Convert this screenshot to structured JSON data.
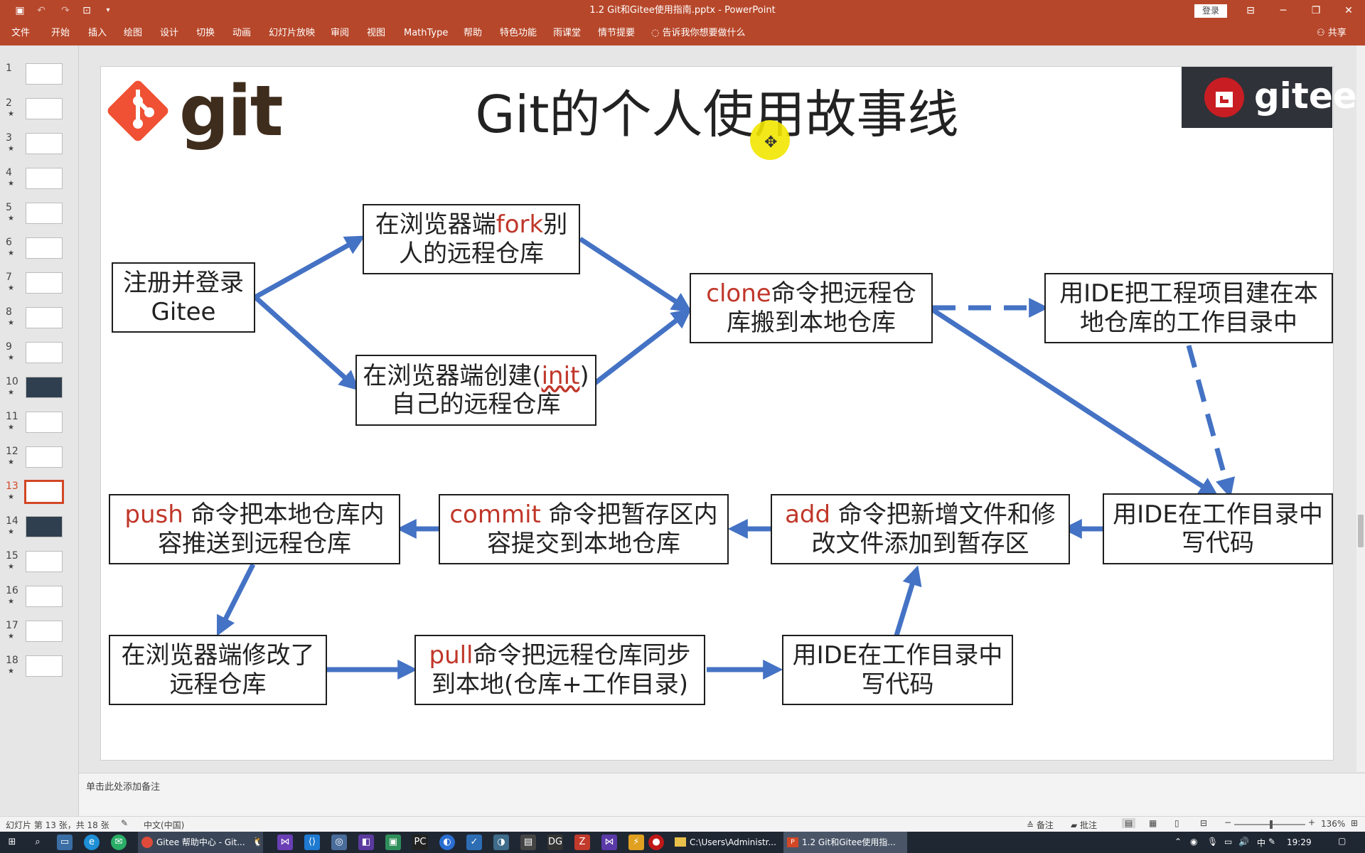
{
  "window": {
    "title": "1.2 Git和Gitee使用指南.pptx  -  PowerPoint",
    "login_label": "登录",
    "minimize": "─",
    "restore": "❐",
    "close": "✕"
  },
  "ribbon": {
    "tabs": [
      "文件",
      "开始",
      "插入",
      "绘图",
      "设计",
      "切换",
      "动画",
      "幻灯片放映",
      "审阅",
      "视图",
      "MathType",
      "帮助",
      "特色功能",
      "雨课堂",
      "情节提要"
    ],
    "tell_me": "告诉我你想要做什么",
    "share": "共享"
  },
  "thumbnails": [
    {
      "num": "1",
      "star": ""
    },
    {
      "num": "2",
      "star": "★"
    },
    {
      "num": "3",
      "star": "★"
    },
    {
      "num": "4",
      "star": "★"
    },
    {
      "num": "5",
      "star": "★"
    },
    {
      "num": "6",
      "star": "★"
    },
    {
      "num": "7",
      "star": "★"
    },
    {
      "num": "8",
      "star": "★"
    },
    {
      "num": "9",
      "star": "★"
    },
    {
      "num": "10",
      "star": "★"
    },
    {
      "num": "11",
      "star": "★"
    },
    {
      "num": "12",
      "star": "★"
    },
    {
      "num": "13",
      "star": "★"
    },
    {
      "num": "14",
      "star": "★"
    },
    {
      "num": "15",
      "star": "★"
    },
    {
      "num": "16",
      "star": "★"
    },
    {
      "num": "17",
      "star": "★"
    },
    {
      "num": "18",
      "star": "★"
    }
  ],
  "slide": {
    "title": "Git的个人使用故事线",
    "git_logo_text": "git",
    "gitee_logo_text": "gitee",
    "boxes": {
      "register": "注册并登录Gitee",
      "fork_pre": "在浏览器端",
      "fork_red": "fork",
      "fork_post": "别人的远程仓库",
      "init_pre": "在浏览器端创建(",
      "init_red": "init",
      "init_post": ")自己的远程仓库",
      "clone_red": "clone",
      "clone_post": "命令把远程仓库搬到本地仓库",
      "ide_project": "用IDE把工程项目建在本地仓库的工作目录中",
      "ide_code_right": "用IDE在工作目录中写代码",
      "add_red": "add",
      "add_post": " 命令把新增文件和修改文件添加到暂存区",
      "commit_red": "commit",
      "commit_post": " 命令把暂存区内容提交到本地仓库",
      "push_red": "push",
      "push_post": " 命令把本地仓库内容推送到远程仓库",
      "browser_modify": "在浏览器端修改了远程仓库",
      "pull_red": "pull",
      "pull_post": "命令把远程仓库同步到本地(仓库+工作目录)",
      "ide_code_bottom": "用IDE在工作目录中写代码"
    }
  },
  "notes": {
    "placeholder": "单击此处添加备注"
  },
  "status": {
    "slide_info": "幻灯片 第 13 张，共 18 张",
    "language": "中文(中国)",
    "notes_btn": "备注",
    "comments_btn": "批注",
    "zoom": "136%"
  },
  "taskbar": {
    "apps": [
      {
        "label": "Gitee 帮助中心 - Git..."
      },
      {
        "label": "C:\\Users\\Administr..."
      },
      {
        "label": "1.2 Git和Gitee使用指..."
      }
    ],
    "ime": "中",
    "time": "19:29"
  },
  "colors": {
    "accent": "#b7472a",
    "arrow": "#4472c4",
    "highlight_text": "#c0372a"
  }
}
